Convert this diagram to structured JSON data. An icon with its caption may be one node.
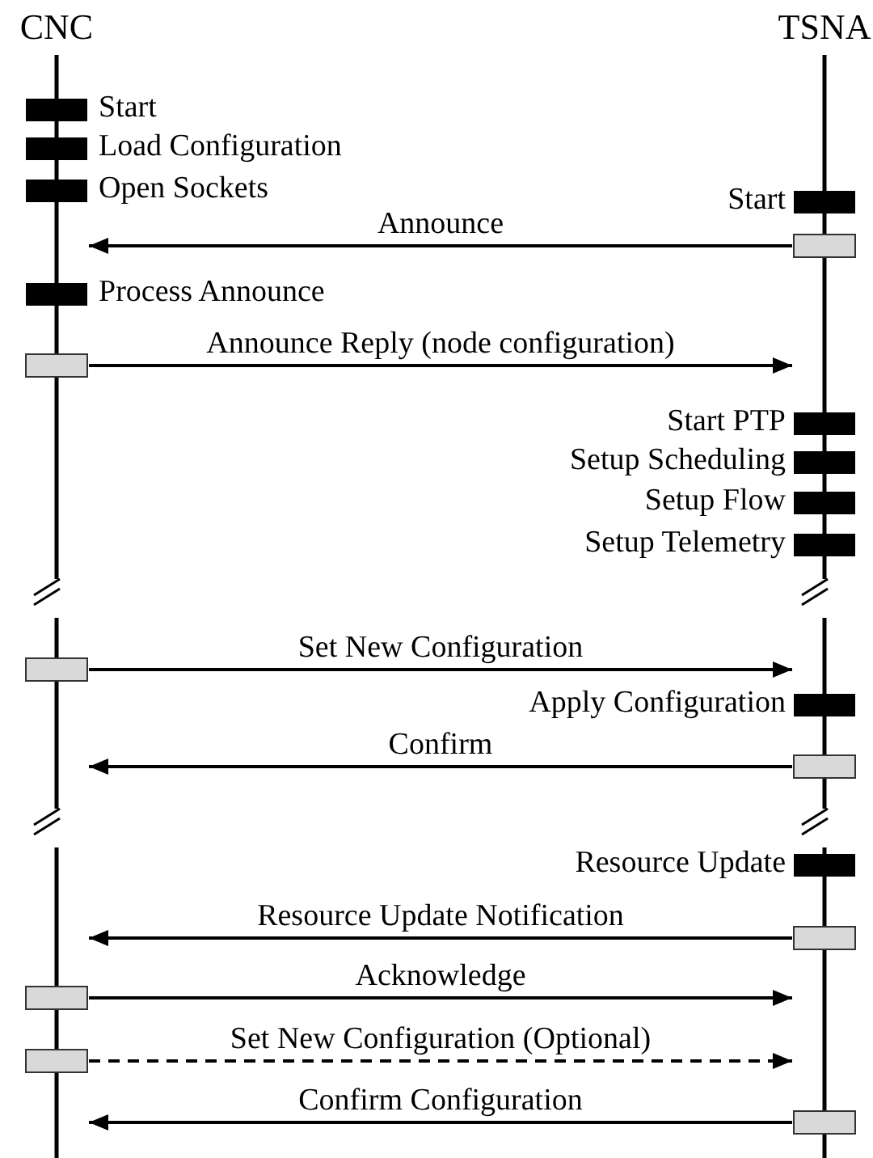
{
  "diagram": {
    "nodes": [
      {
        "text": [
          "CNC"
        ]
      },
      {
        "text": [
          "TSNA"
        ]
      }
    ],
    "edges": [
      {
        "from": 1,
        "to": 0,
        "arrow": "to",
        "label": "Announce"
      },
      {
        "from": 0,
        "to": 1,
        "arrow": "to",
        "label": "Announce Reply (node configuration)"
      },
      {
        "from": 0,
        "to": 1,
        "arrow": "to",
        "label": "Set New Configuration"
      },
      {
        "from": 1,
        "to": 0,
        "arrow": "to",
        "label": "Confirm"
      },
      {
        "from": 1,
        "to": 0,
        "arrow": "to",
        "label": "Resource Update Notification"
      },
      {
        "from": 0,
        "to": 1,
        "arrow": "to",
        "label": "Acknowledge"
      },
      {
        "from": 0,
        "to": 1,
        "arrow": "to",
        "label": "Set New Configuration (Optional)",
        "style": "dashed"
      },
      {
        "from": 1,
        "to": 0,
        "arrow": "to",
        "label": "Confirm Configuration"
      }
    ],
    "labels": [
      "Start",
      "Load Configuration",
      "Open Sockets",
      "Start",
      "Process Announce",
      "Start PTP",
      "Setup Scheduling",
      "Setup Flow",
      "Setup Telemetry",
      "Apply Configuration",
      "Resource Update"
    ]
  }
}
